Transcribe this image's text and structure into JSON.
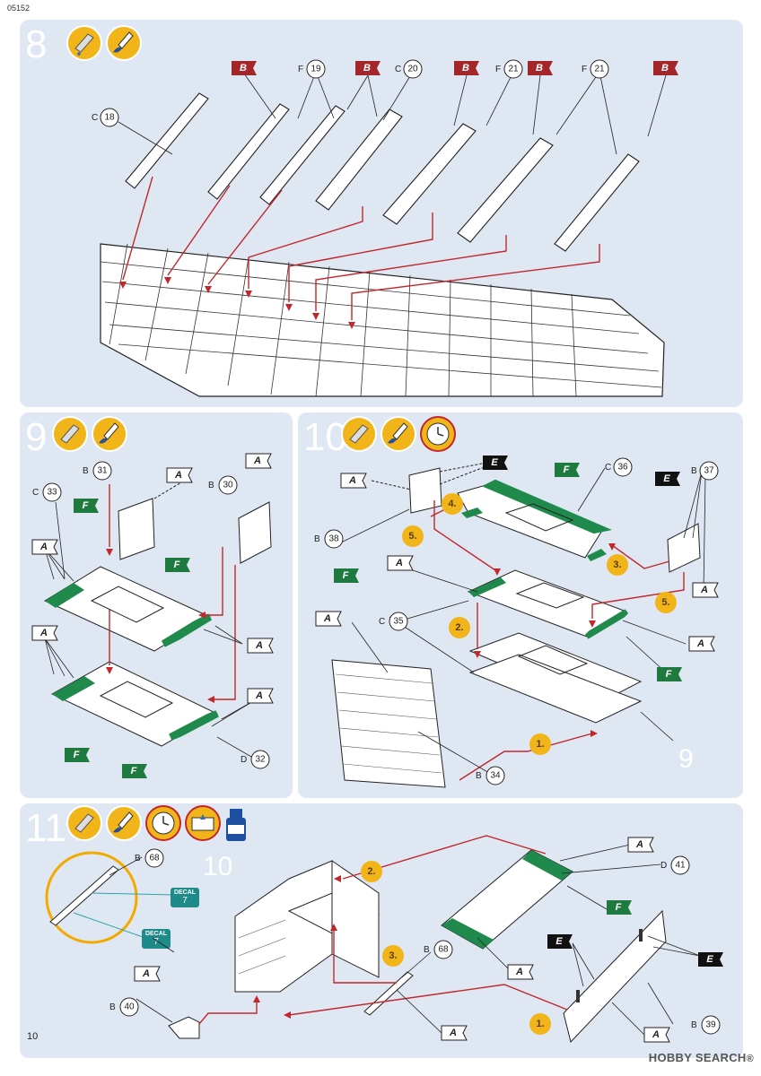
{
  "header": {
    "code": "05152"
  },
  "page": {
    "number": "10"
  },
  "watermark": {
    "text": "HOBBY SEARCH",
    "reg": "®"
  },
  "colors": {
    "panel": "#dfe7f3",
    "arrow": "#c0282d",
    "flag_b": "#a3262a",
    "flag_f": "#1f7a3f",
    "flag_e": "#111111",
    "part_green": "#1f8a4c",
    "badge": "#f2b519"
  },
  "icons": [
    "glue-icon",
    "paint-brush-icon",
    "clock-icon",
    "decal-water-icon",
    "decal-setting-bottle-icon"
  ],
  "steps": [
    {
      "number": "8",
      "callouts": [
        {
          "sprue": "C",
          "num": "18"
        },
        {
          "sprue": "F",
          "num": "19"
        },
        {
          "sprue": "C",
          "num": "20"
        },
        {
          "sprue": "F",
          "num": "21"
        },
        {
          "sprue": "F",
          "num": "21"
        }
      ],
      "paint_flags": [
        "B",
        "B",
        "B",
        "B",
        "B"
      ]
    },
    {
      "number": "9",
      "callouts": [
        {
          "sprue": "B",
          "num": "31"
        },
        {
          "sprue": "B",
          "num": "30"
        },
        {
          "sprue": "C",
          "num": "33"
        },
        {
          "sprue": "D",
          "num": "32"
        }
      ],
      "paint_flags": [
        "A",
        "A",
        "A",
        "A",
        "A",
        "A",
        "F",
        "F",
        "F",
        "F"
      ]
    },
    {
      "number": "10",
      "callouts": [
        {
          "sprue": "C",
          "num": "36"
        },
        {
          "sprue": "B",
          "num": "37"
        },
        {
          "sprue": "B",
          "num": "38"
        },
        {
          "sprue": "C",
          "num": "35"
        },
        {
          "sprue": "B",
          "num": "34"
        }
      ],
      "paint_flags": [
        "A",
        "E",
        "F",
        "E",
        "A",
        "F",
        "A",
        "A",
        "F",
        "A"
      ],
      "order": [
        "1.",
        "2.",
        "3.",
        "4.",
        "5.",
        "5."
      ],
      "ref_label": "9"
    },
    {
      "number": "11",
      "callouts": [
        {
          "sprue": "B",
          "num": "68"
        },
        {
          "sprue": "D",
          "num": "41"
        },
        {
          "sprue": "B",
          "num": "68"
        },
        {
          "sprue": "B",
          "num": "40"
        },
        {
          "sprue": "B",
          "num": "39"
        }
      ],
      "paint_flags": [
        "A",
        "F",
        "E",
        "E",
        "A",
        "A",
        "A",
        "A"
      ],
      "order": [
        "1.",
        "2.",
        "3."
      ],
      "ref_label": "10",
      "decals": [
        {
          "label": "DECAL",
          "num": "7"
        },
        {
          "label": "DECAL",
          "num": "7"
        }
      ]
    }
  ]
}
